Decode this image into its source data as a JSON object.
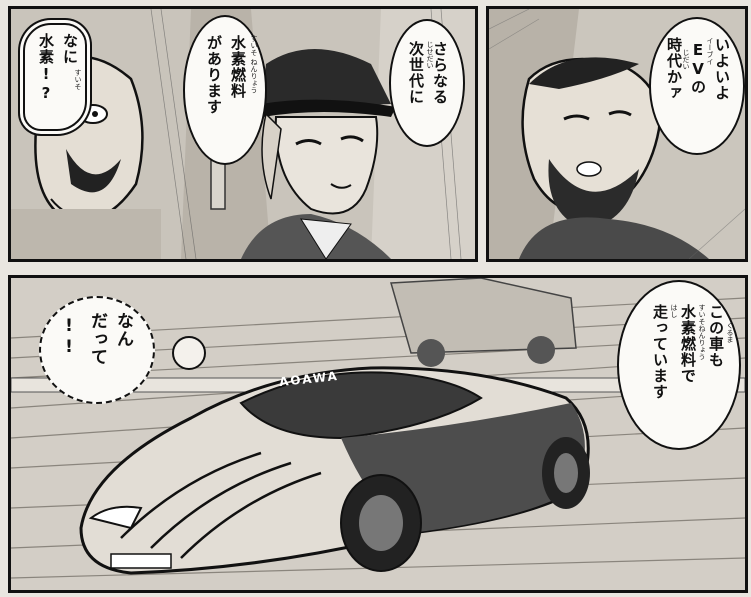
{
  "panels": {
    "panel1": {
      "bubble_left": {
        "text": [
          "なに",
          "水素!?"
        ],
        "furigana": "すいそ"
      },
      "bubble_middle": {
        "text": [
          "水素燃料",
          "があります"
        ],
        "furigana": "すいそ ねんりょう"
      },
      "bubble_right": {
        "text": [
          "さらなる",
          "次世代に"
        ],
        "furigana": "じせだい"
      }
    },
    "panel2": {
      "bubble": {
        "text": [
          "いよいよ",
          "EVの",
          "時代かァ"
        ],
        "furigana_ev": "イーブイ",
        "furigana_jidai": "じだい"
      }
    },
    "panel3": {
      "bubble_left": {
        "text": [
          "なん",
          "だって",
          "!!"
        ]
      },
      "bubble_right": {
        "text": [
          "この車も",
          "水素燃料で",
          "走っています"
        ],
        "furigana_kuruma": "くるま",
        "furigana_suiso": "すいそねんりょう",
        "furigana_hashi": "はし"
      },
      "car_logo": "AOAWA"
    }
  }
}
